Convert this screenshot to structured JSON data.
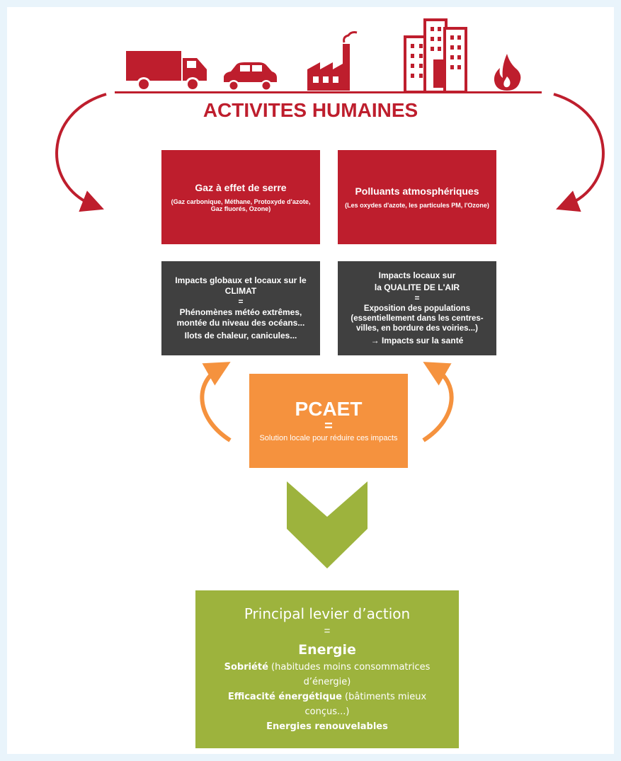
{
  "colors": {
    "red": "#be1e2d",
    "dark": "#404040",
    "orange": "#f5923e",
    "green": "#9db33d",
    "background": "#e9f4fb"
  },
  "icons": [
    "truck-icon",
    "car-icon",
    "factory-icon",
    "buildings-icon",
    "flame-icon"
  ],
  "heading": "ACTIVITES HUMAINES",
  "ges_box": {
    "title": "Gaz à effet de serre",
    "subtitle": "(Gaz carbonique, Méthane, Protoxyde d'azote, Gaz fluorés, Ozone)"
  },
  "pollutants_box": {
    "title": "Polluants atmosphériques",
    "subtitle": "(Les oxydes d'azote, les particules PM, l'Ozone)"
  },
  "climate_box": {
    "line1": "Impacts globaux et locaux sur le CLIMAT",
    "eq": "=",
    "line2": "Phénomènes météo extrêmes, montée du niveau des océans...",
    "line3": "Ilots de chaleur, canicules..."
  },
  "air_box": {
    "line1": "Impacts locaux sur",
    "line2": "la QUALITE DE L'AIR",
    "eq": "=",
    "line3": "Exposition des populations (essentiellement dans les centres-villes, en bordure des voiries...)",
    "line4": "→ Impacts sur la santé"
  },
  "pcaet_box": {
    "title": "PCAET",
    "eq": "=",
    "text": "Solution locale pour réduire ces impacts"
  },
  "action_box": {
    "title": "Principal levier d’action",
    "eq": "=",
    "energie": "Energie",
    "sobriete_bold": "Sobriété",
    "sobriete_rest": " (habitudes moins consommatrices d’énergie)",
    "efficacite_bold": "Efficacité énergétique",
    "efficacite_rest": " (bâtiments mieux conçus...)",
    "renouvelables": "Energies renouvelables"
  }
}
